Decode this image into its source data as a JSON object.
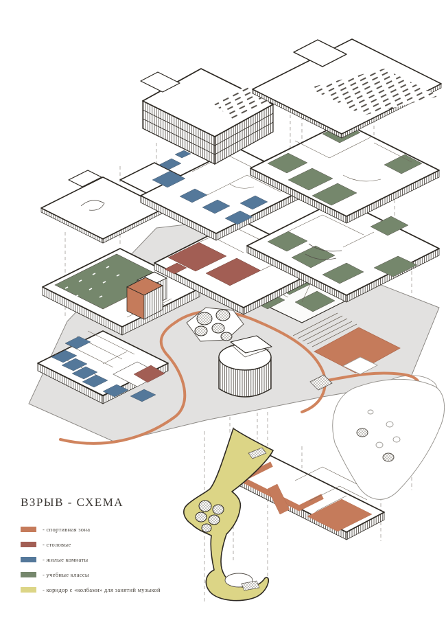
{
  "title": "ВЗРЫВ - СХЕМА",
  "legend": {
    "items": [
      {
        "label": "- спортивная зона",
        "color": "#C57B5B"
      },
      {
        "label": "- столовые",
        "color": "#A25E54"
      },
      {
        "label": "- жилые комнаты",
        "color": "#54789A"
      },
      {
        "label": "- учебные классы",
        "color": "#75876C"
      },
      {
        "label": "- коридор с «колбами» для занятий музыкой",
        "color": "#DCD586"
      }
    ]
  },
  "colors": {
    "sports": "#C57B5B",
    "dining": "#A25E54",
    "living": "#54789A",
    "classes": "#75876C",
    "music": "#DCD586",
    "ground": "#E2E1E0",
    "path": "#D0845E",
    "outline": "#2E2A24"
  }
}
